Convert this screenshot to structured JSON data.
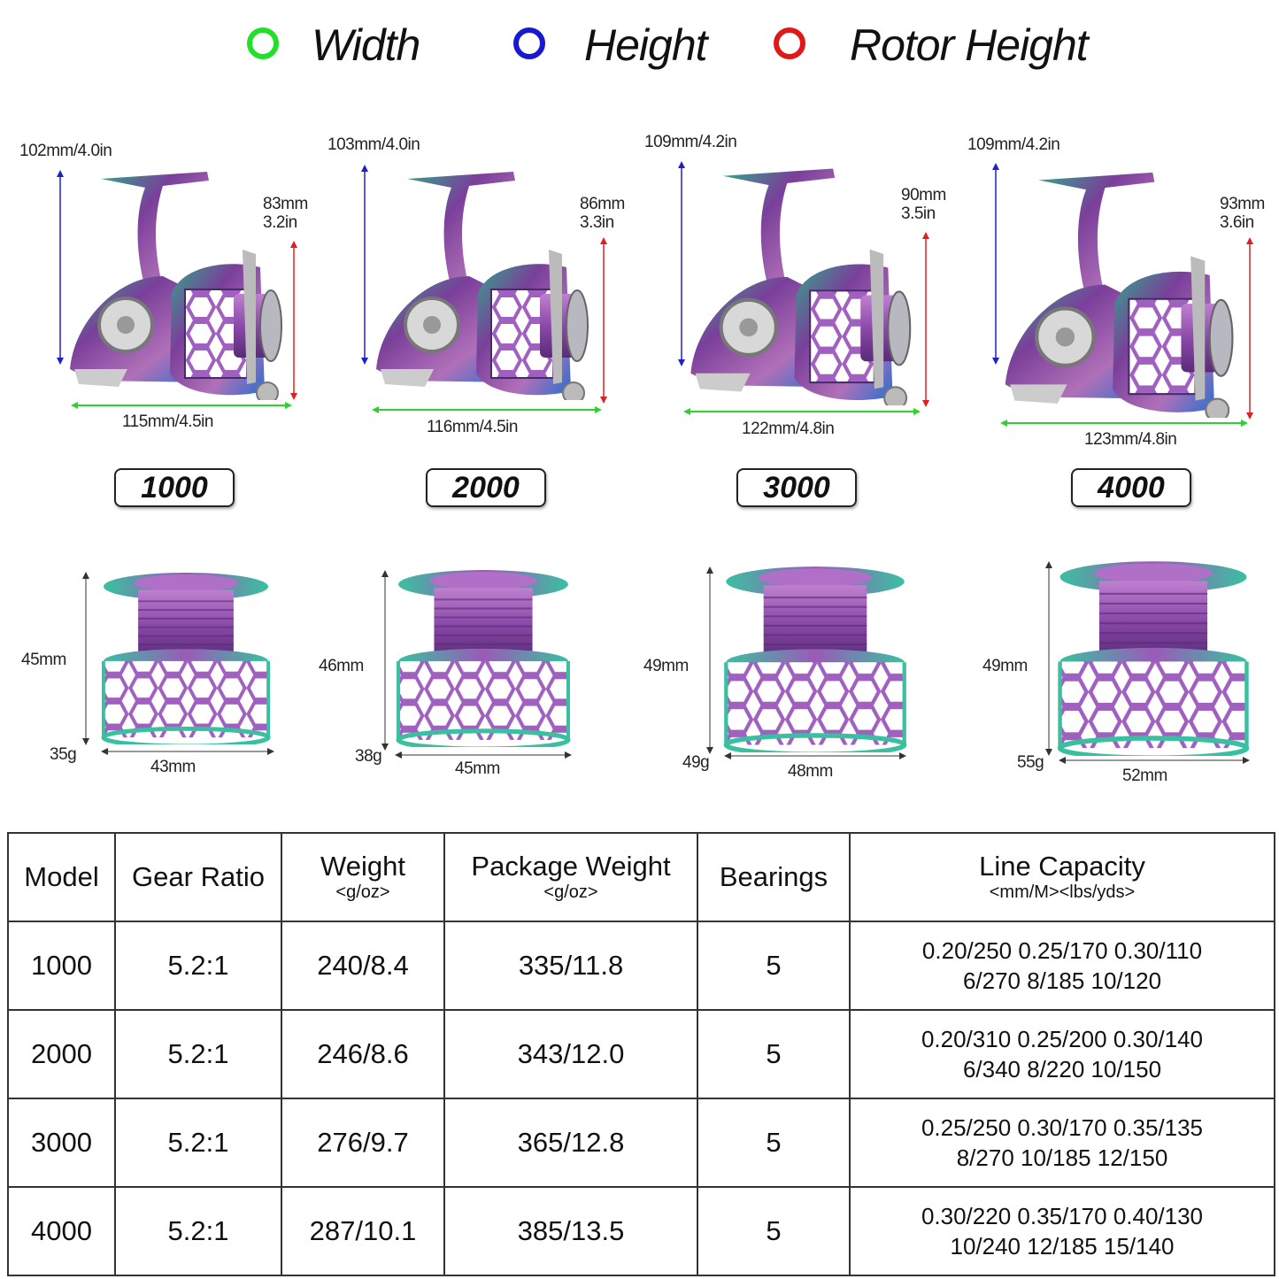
{
  "legend": {
    "items": [
      {
        "label": "Width",
        "color": "#22e02a"
      },
      {
        "label": "Height",
        "color": "#1818d0"
      },
      {
        "label": "Rotor Height",
        "color": "#e01818"
      }
    ]
  },
  "reels": [
    {
      "model": "1000",
      "height": "102mm/4.0in",
      "rotor_mm": "83mm",
      "rotor_in": "3.2in",
      "width": "115mm/4.5in"
    },
    {
      "model": "2000",
      "height": "103mm/4.0in",
      "rotor_mm": "86mm",
      "rotor_in": "3.3in",
      "width": "116mm/4.5in"
    },
    {
      "model": "3000",
      "height": "109mm/4.2in",
      "rotor_mm": "90mm",
      "rotor_in": "3.5in",
      "width": "122mm/4.8in"
    },
    {
      "model": "4000",
      "height": "109mm/4.2in",
      "rotor_mm": "93mm",
      "rotor_in": "3.6in",
      "width": "123mm/4.8in"
    }
  ],
  "spools": [
    {
      "height": "45mm",
      "weight": "35g",
      "diameter": "43mm"
    },
    {
      "height": "46mm",
      "weight": "38g",
      "diameter": "45mm"
    },
    {
      "height": "49mm",
      "weight": "49g",
      "diameter": "48mm"
    },
    {
      "height": "49mm",
      "weight": "55g",
      "diameter": "52mm"
    }
  ],
  "table": {
    "headers": {
      "model": "Model",
      "gear_ratio": "Gear Ratio",
      "weight": "Weight",
      "weight_unit": "<g/oz>",
      "package_weight": "Package Weight",
      "package_weight_unit": "<g/oz>",
      "bearings": "Bearings",
      "line_capacity": "Line Capacity",
      "line_capacity_unit": "<mm/M><lbs/yds>"
    },
    "rows": [
      {
        "model": "1000",
        "gear_ratio": "5.2:1",
        "weight": "240/8.4",
        "package_weight": "335/11.8",
        "bearings": "5",
        "cap_mm": "0.20/250 0.25/170 0.30/110",
        "cap_lbs": "6/270 8/185 10/120"
      },
      {
        "model": "2000",
        "gear_ratio": "5.2:1",
        "weight": "246/8.6",
        "package_weight": "343/12.0",
        "bearings": "5",
        "cap_mm": "0.20/310 0.25/200 0.30/140",
        "cap_lbs": "6/340 8/220 10/150"
      },
      {
        "model": "3000",
        "gear_ratio": "5.2:1",
        "weight": "276/9.7",
        "package_weight": "365/12.8",
        "bearings": "5",
        "cap_mm": "0.25/250 0.30/170 0.35/135",
        "cap_lbs": "8/270 10/185 12/150"
      },
      {
        "model": "4000",
        "gear_ratio": "5.2:1",
        "weight": "287/10.1",
        "package_weight": "385/13.5",
        "bearings": "5",
        "cap_mm": "0.30/220 0.35/170 0.40/130",
        "cap_lbs": "10/240 12/185 15/140"
      }
    ]
  }
}
